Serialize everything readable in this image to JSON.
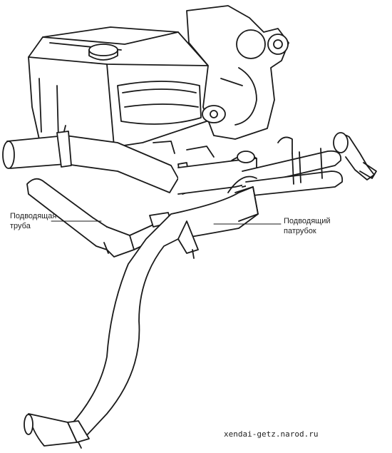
{
  "labels": {
    "supply_pipe_line1": "Подводящая",
    "supply_pipe_line2": "труба",
    "supply_hose_line1": "Подводящий",
    "supply_hose_line2": "патрубок"
  },
  "watermark": "xendai-getz.narod.ru"
}
